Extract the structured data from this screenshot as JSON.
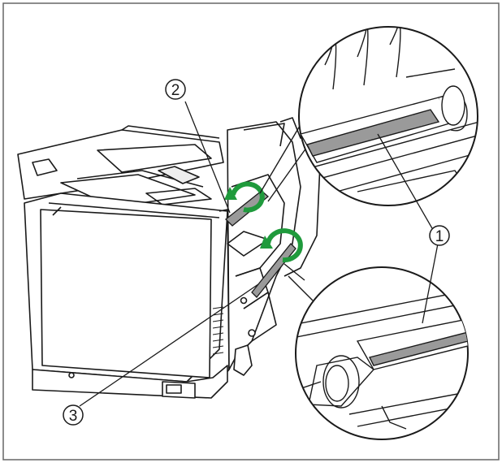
{
  "figure": {
    "callouts": [
      {
        "label": "1"
      },
      {
        "label": "2"
      },
      {
        "label": "3"
      }
    ],
    "colors": {
      "line": "#1a1a1a",
      "arrow_green": "#1f9a3c",
      "roller_gray": "#9a9a9a",
      "frame": "#666666",
      "background": "#ffffff"
    },
    "icons": [
      "rotate-arrow-icon",
      "rotate-arrow-icon"
    ]
  }
}
